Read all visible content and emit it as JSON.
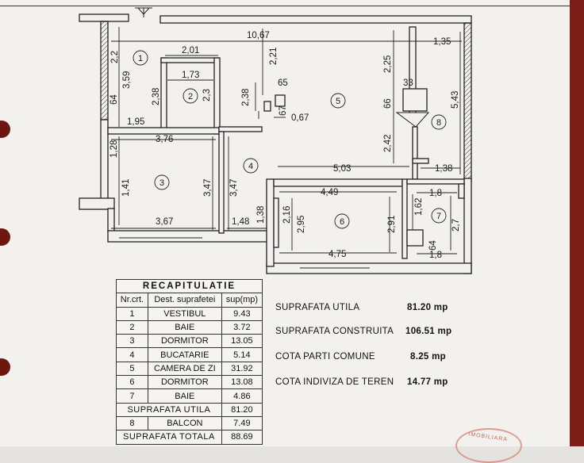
{
  "plan": {
    "dimensions": {
      "d1": "10,67",
      "d2": "2,01",
      "d3": "1,73",
      "d4": "2,2",
      "d5": "3,59",
      "d6": "2,38",
      "d7": "2,3",
      "d8": "64",
      "d9": "1,95",
      "d10": "2,21",
      "d11": "2,38",
      "d12": "65",
      "d13": "67",
      "d14": "0,67",
      "d15": "2,25",
      "d16": "33",
      "d17": "66",
      "d18": "1,35",
      "d19": "5,43",
      "d20": "3,76",
      "d21": "1,28",
      "d22": "1,41",
      "d23": "3,47",
      "d24": "3,47",
      "d25": "3,67",
      "d26": "1,48",
      "d27": "5,03",
      "d28": "2,42",
      "d29": "1,38",
      "d30": "4,49",
      "d31": "1,8",
      "d32": "2,16",
      "d33": "2,95",
      "d34": "1,38",
      "d35": "2,91",
      "d36": "1,62",
      "d37": "2,7",
      "d38": "64",
      "d39": "4,75",
      "d40": "1,8"
    },
    "rooms": {
      "r1": "1",
      "r2": "2",
      "r3": "3",
      "r4": "4",
      "r5": "5",
      "r6": "6",
      "r7": "7",
      "r8": "8"
    }
  },
  "recap": {
    "title": "RECAPITULATIE",
    "headers": {
      "nr": "Nr.crt.",
      "dest": "Dest. suprafetei",
      "sup": "sup(mp)"
    },
    "rows": [
      {
        "nr": "1",
        "dest": "VESTIBUL",
        "sup": "9.43"
      },
      {
        "nr": "2",
        "dest": "BAIE",
        "sup": "3.72"
      },
      {
        "nr": "3",
        "dest": "DORMITOR",
        "sup": "13.05"
      },
      {
        "nr": "4",
        "dest": "BUCATARIE",
        "sup": "5.14"
      },
      {
        "nr": "5",
        "dest": "CAMERA DE ZI",
        "sup": "31.92"
      },
      {
        "nr": "6",
        "dest": "DORMITOR",
        "sup": "13.08"
      },
      {
        "nr": "7",
        "dest": "BAIE",
        "sup": "4.86"
      }
    ],
    "util_label": "SUPRAFATA UTILA",
    "util_value": "81.20",
    "balcon": {
      "nr": "8",
      "dest": "BALCON",
      "sup": "7.49"
    },
    "total_label": "SUPRAFATA TOTALA",
    "total_value": "88.69"
  },
  "summary": {
    "utila_label": "SUPRAFATA UTILA",
    "utila_value": "81.20 mp",
    "construita_label": "SUPRAFATA CONSTRUITA",
    "construita_value": "106.51 mp",
    "parti_label": "COTA PARTI COMUNE",
    "parti_value": "8.25 mp",
    "teren_label": "COTA  INDIVIZA DE TEREN",
    "teren_value": "14.77 mp"
  },
  "stamp": {
    "text": "IMOBILIARA"
  },
  "colors": {
    "paper": "#f2f1ee",
    "ink": "#222222",
    "binder_edge": "#7d1d17"
  }
}
